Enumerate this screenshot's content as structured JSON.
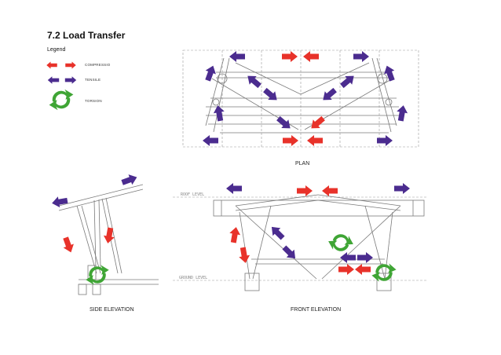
{
  "heading": {
    "title": "7.2 Load Transfer",
    "legend": "Legend"
  },
  "legend": {
    "compression": "COMPRESSIO",
    "tensile": "TENSILE",
    "torsion": "TORSION"
  },
  "views": {
    "plan": "PLAN",
    "side": "SIDE ELEVATION",
    "front": "FRONT ELEVATION"
  },
  "levels": {
    "roof": "ROOF LEVEL",
    "ground": "GROUND LEVEL"
  },
  "colors": {
    "compression": "#e8322a",
    "tensile": "#4b2c8f",
    "torsion": "#3fa535",
    "line": "#7a7a7a"
  }
}
